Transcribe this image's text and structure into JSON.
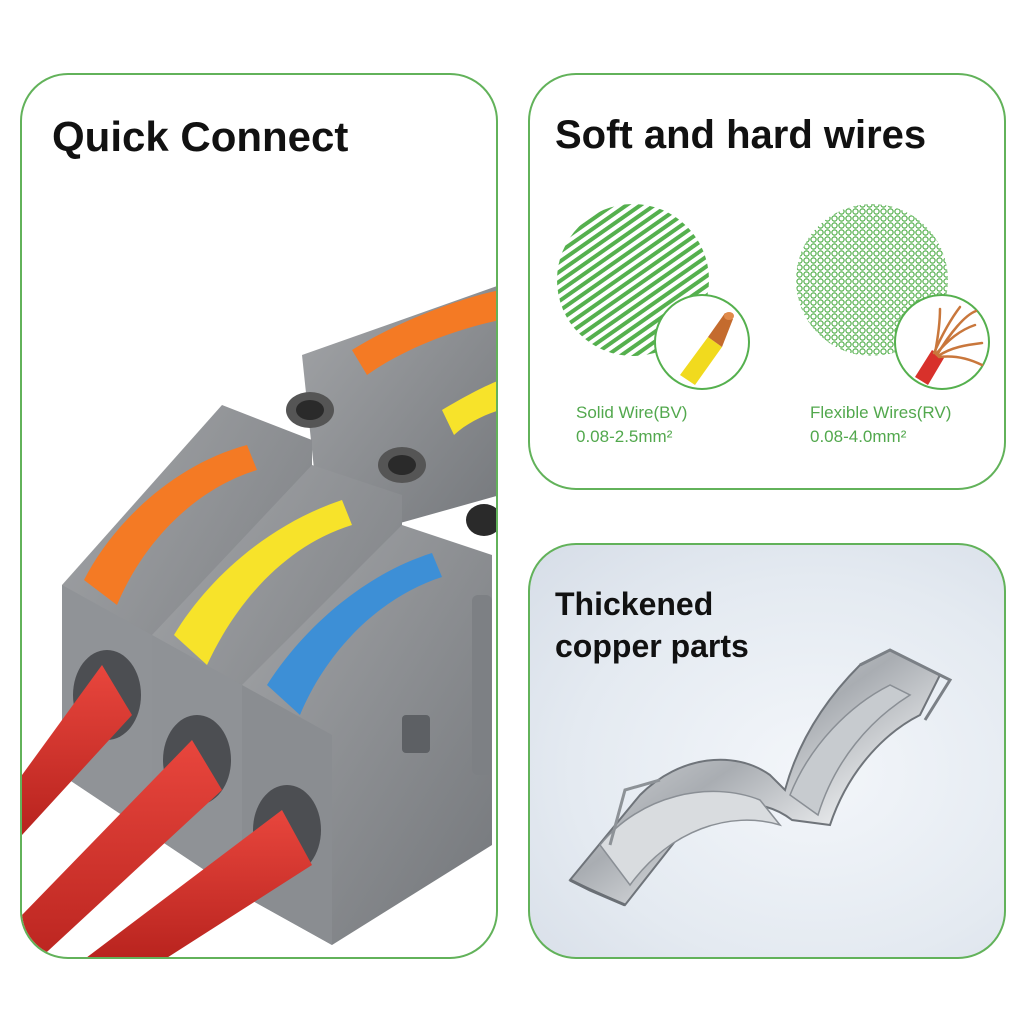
{
  "panels": {
    "quick_connect": {
      "title": "Quick Connect"
    },
    "wires": {
      "title": "Soft and hard wires",
      "solid": {
        "name": "Solid Wire(BV)",
        "range": "0.08-2.5mm²"
      },
      "flexible": {
        "name": "Flexible Wires(RV)",
        "range": "0.08-4.0mm²"
      }
    },
    "copper": {
      "title_line1": "Thickened",
      "title_line2": "copper parts"
    }
  },
  "colors": {
    "border": "#62b25a",
    "accent_green": "#52a84d",
    "housing_gray": "#8e9093",
    "lever_orange": "#f47a24",
    "lever_yellow": "#f7e32a",
    "lever_blue": "#3d8fd6",
    "wire_red": "#d8312b"
  },
  "icons": [
    "solid-wire-icon",
    "flexible-wire-icon",
    "connector-illustration",
    "copper-clip-illustration"
  ]
}
